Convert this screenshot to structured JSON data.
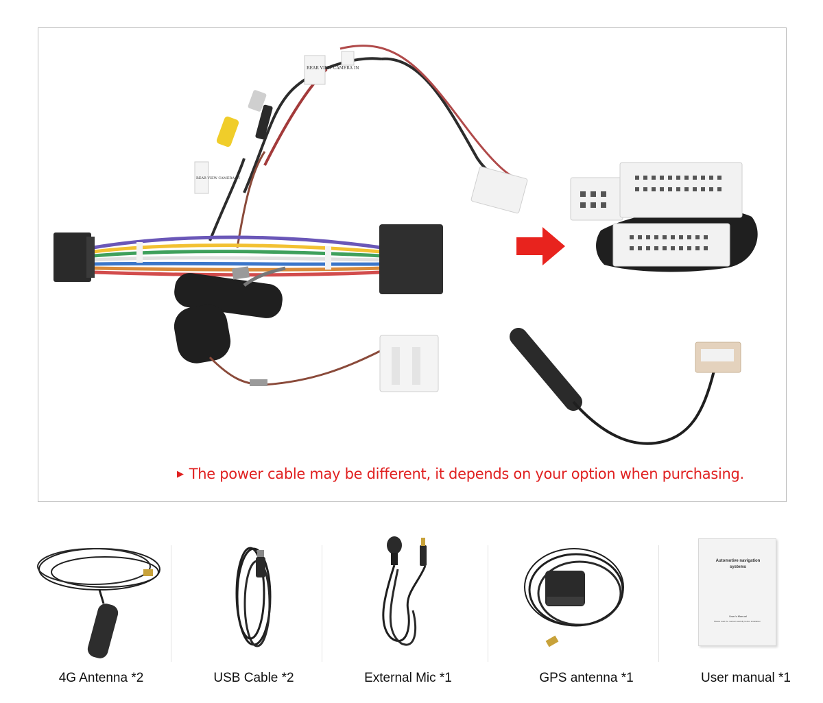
{
  "harness": {
    "notice": "The power cable may be different, it depends on your option when purchasing.",
    "camera_tag_1": "REAR VIEW CAMERA IN",
    "camera_tag_2": "REAR VIEW CAMERA IN"
  },
  "accessories": [
    {
      "label": "4G Antenna *2",
      "icon": "antenna-icon"
    },
    {
      "label": "USB Cable *2",
      "icon": "usb-cable-icon"
    },
    {
      "label": "External Mic *1",
      "icon": "microphone-icon"
    },
    {
      "label": "GPS antenna *1",
      "icon": "gps-antenna-icon"
    },
    {
      "label": "User manual *1",
      "icon": "manual-icon"
    }
  ],
  "manual": {
    "title": "Automotive navigation systems",
    "subtitle": "User's Manual",
    "note": "Please read the manual carefully before installation"
  },
  "colors": {
    "accent": "#e02020",
    "arrow": "#e8231e"
  }
}
